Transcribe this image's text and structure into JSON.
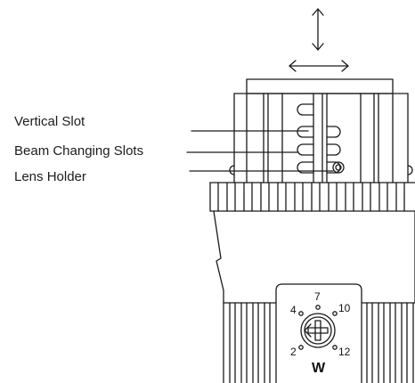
{
  "callouts": {
    "vertical_slot": "Vertical Slot",
    "beam_changing_slots": "Beam Changing Slots",
    "lens_holder": "Lens Holder"
  },
  "dial": {
    "marks": [
      "4",
      "7",
      "10",
      "2",
      "12"
    ],
    "letter": "W"
  },
  "colors": {
    "line": "#1a1a1a",
    "background": "#ffffff"
  }
}
